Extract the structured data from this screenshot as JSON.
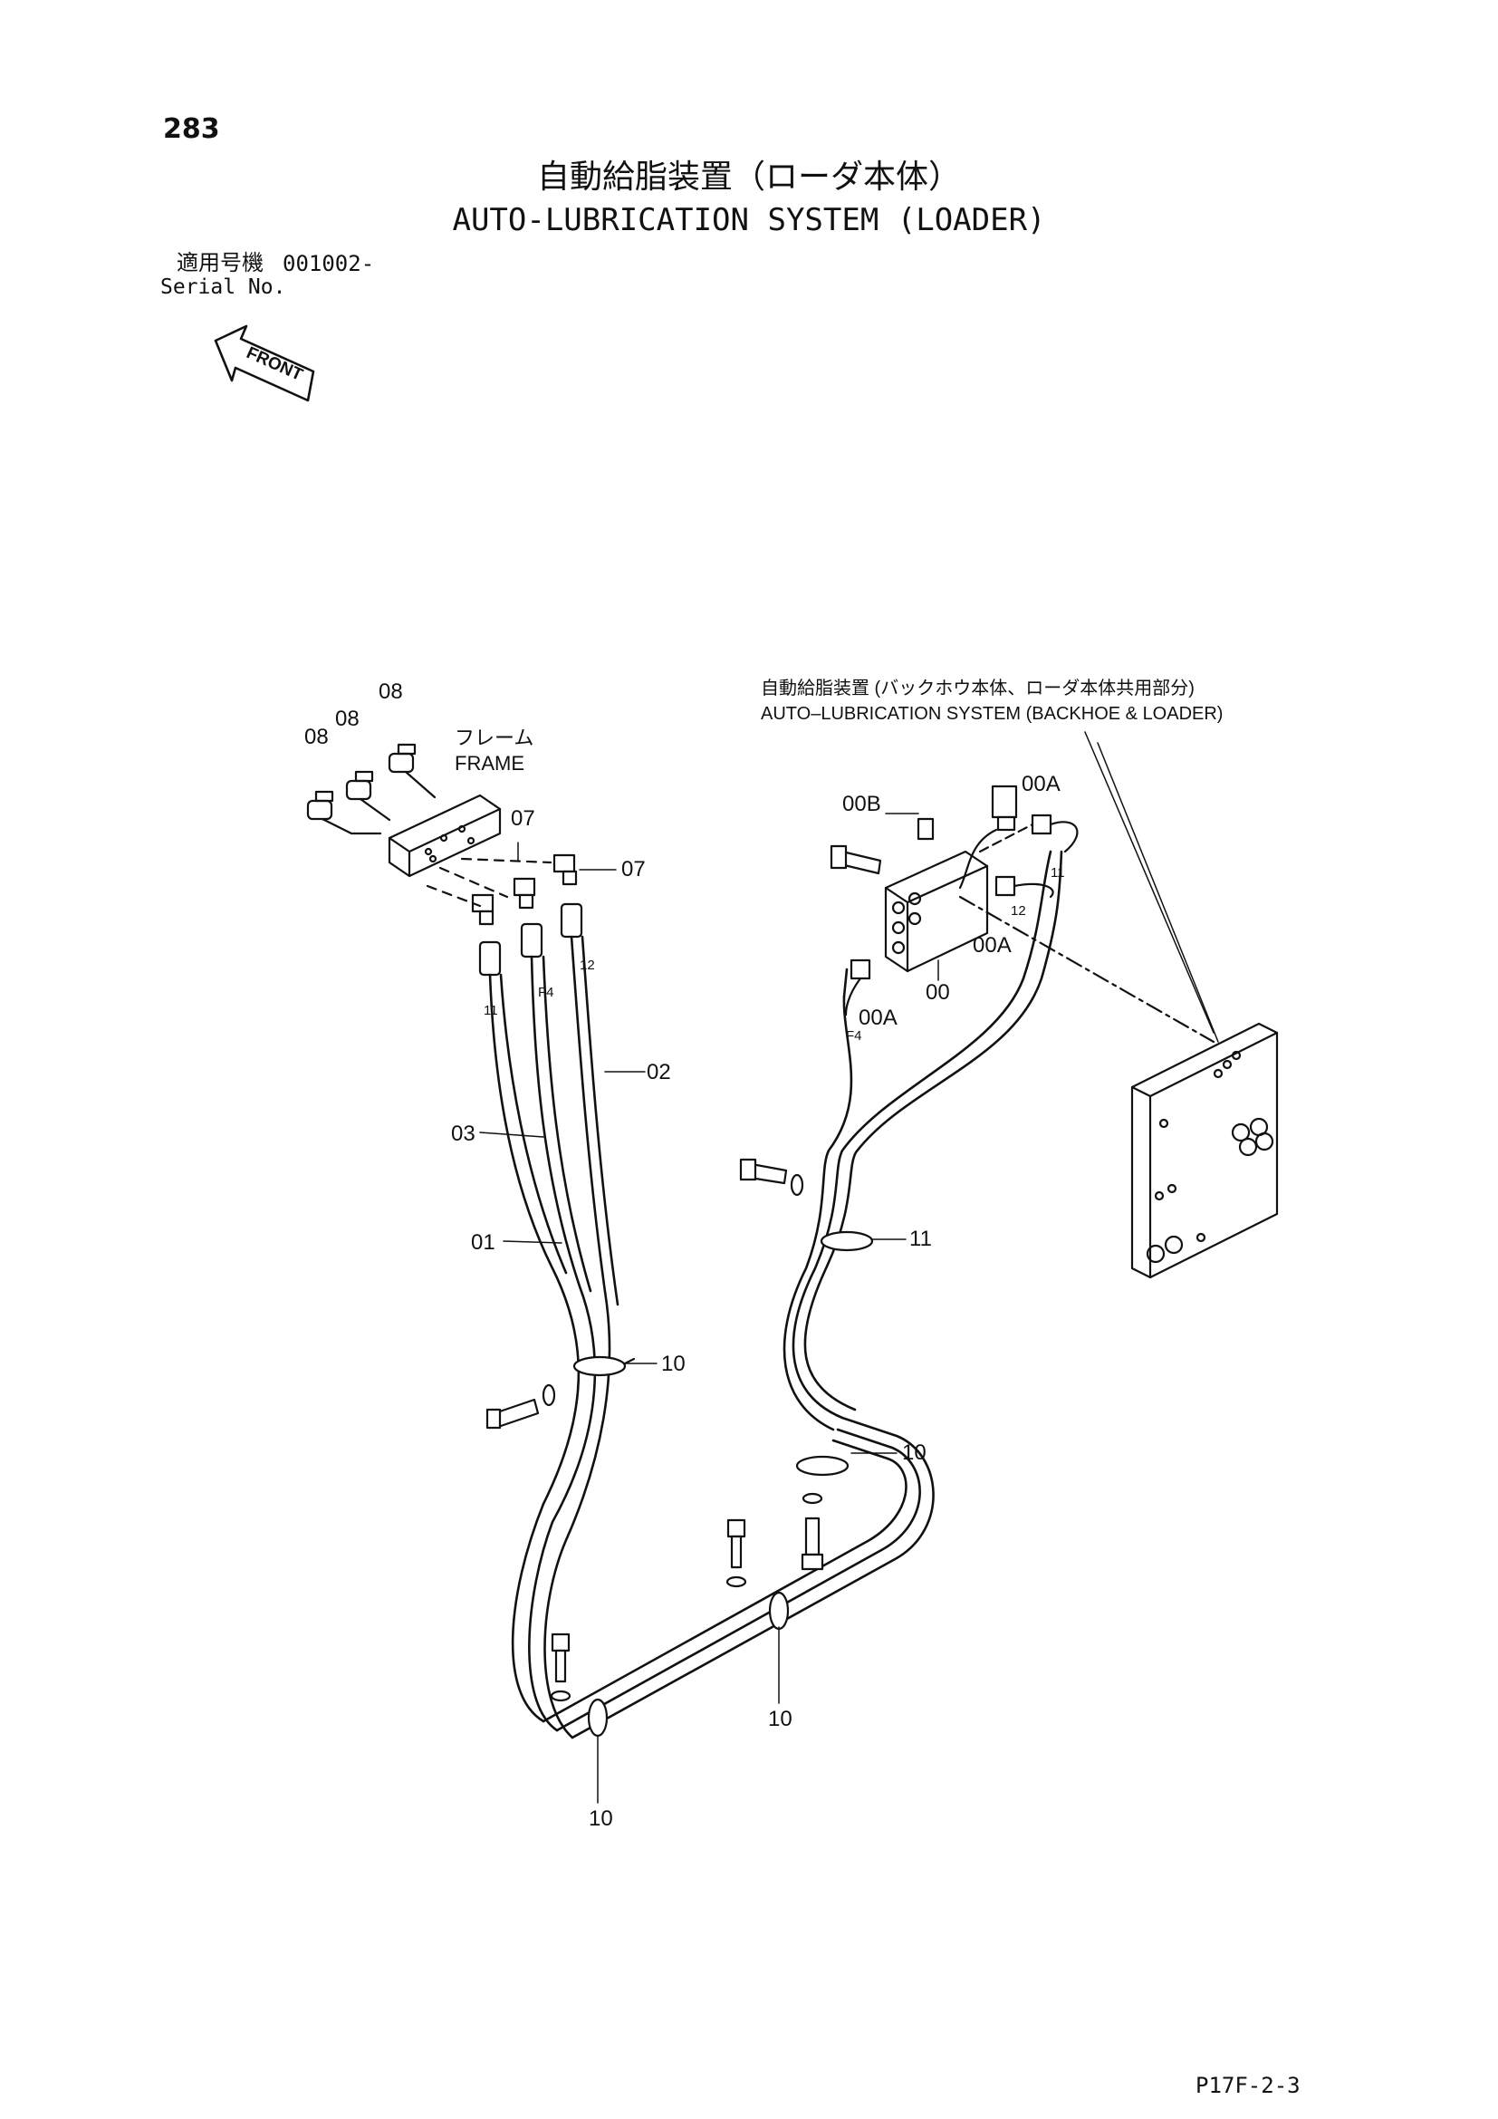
{
  "page_number": "283",
  "title_ja": "自動給脂装置（ローダ本体）",
  "title_en": "AUTO-LUBRICATION SYSTEM (LOADER)",
  "serial": {
    "label_ja": "適用号機",
    "label_en": "Serial No.",
    "value": "001002-"
  },
  "front_label": "FRONT",
  "frame": {
    "ja": "フレーム",
    "en": "FRAME"
  },
  "backhoe_note": {
    "ja": "自動給脂装置 (バックホウ本体、ローダ本体共用部分)",
    "en": "AUTO–LUBRICATION SYSTEM (BACKHOE & LOADER)"
  },
  "callouts": {
    "c08a": "08",
    "c08b": "08",
    "c08c": "08",
    "c07a": "07",
    "c07b": "07",
    "c02": "02",
    "c03": "03",
    "c01": "01",
    "c10a": "10",
    "c10b": "10",
    "c10c": "10",
    "c10d": "10",
    "c11": "11",
    "c00": "00",
    "c00b": "00B",
    "c00a1": "00A",
    "c00a2": "00A",
    "c00a3": "00A"
  },
  "hose_tags": {
    "t11_left": "11",
    "tf4_left": "F4",
    "t12_left": "12",
    "tf4_right": "F4",
    "t12_right": "12",
    "t11_right": "11"
  },
  "footer_code": "P17F-2-3"
}
